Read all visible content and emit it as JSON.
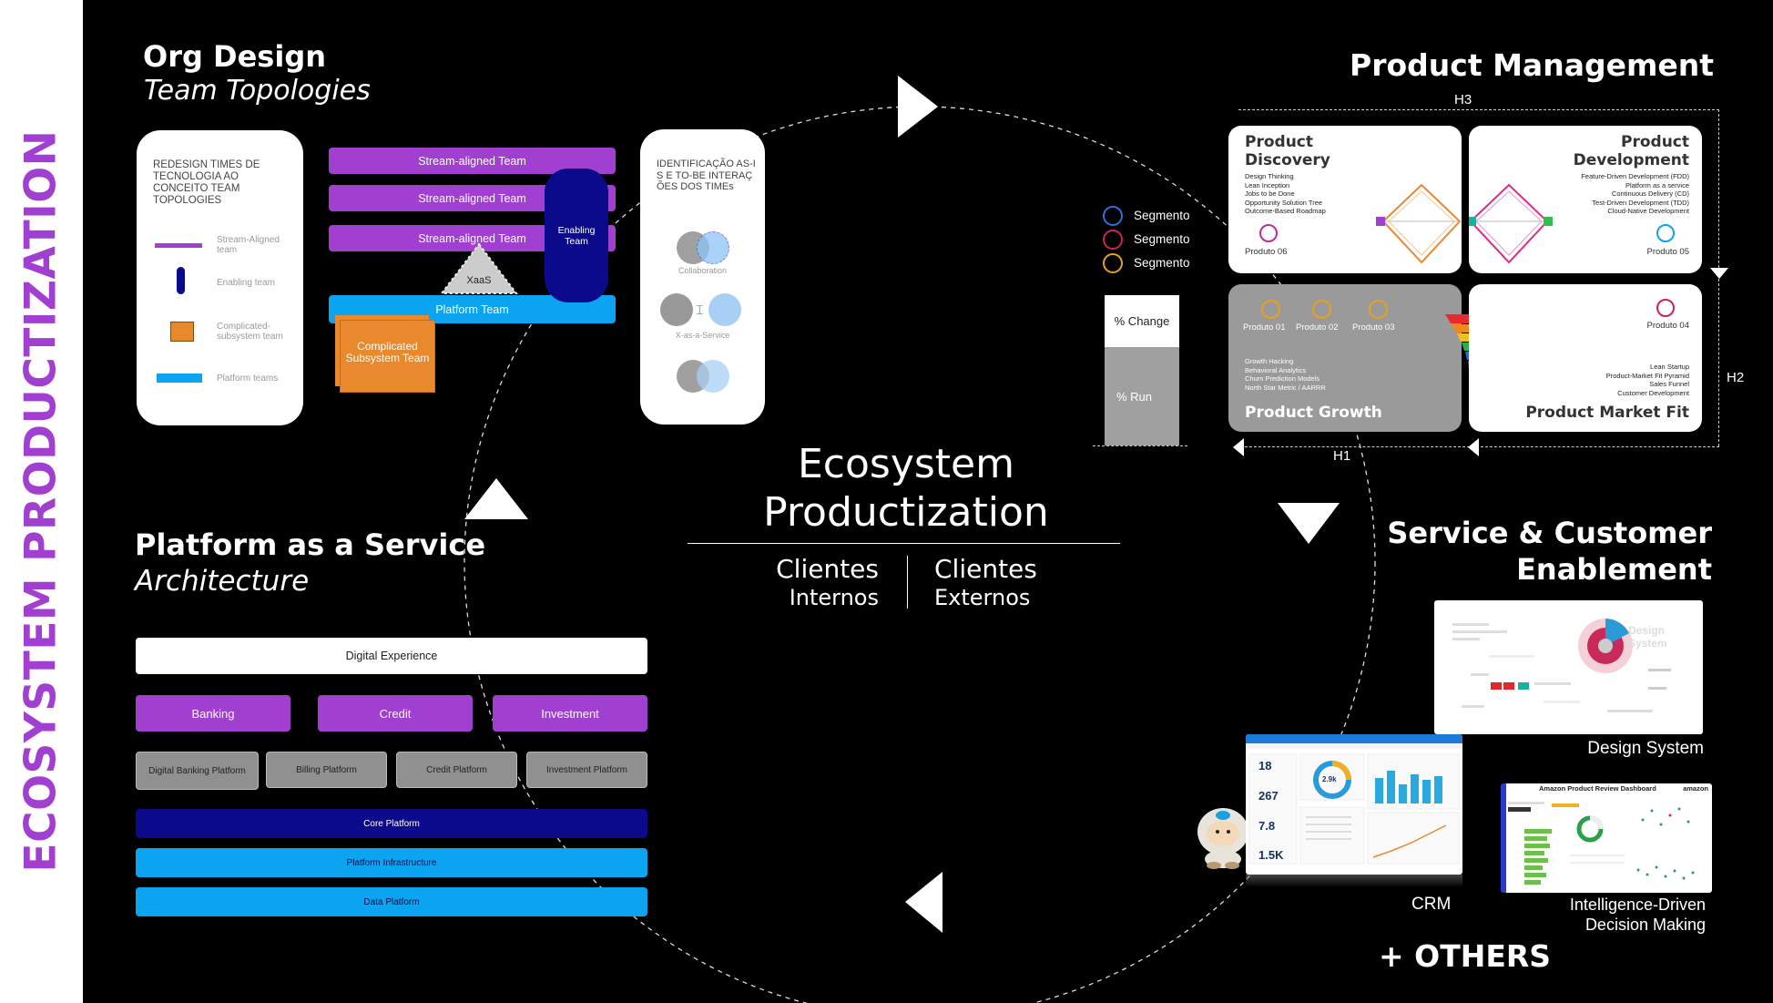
{
  "sidebar_title": "ECOSYSTEM PRODUCTIZATION",
  "center": {
    "title_line1": "Ecosystem",
    "title_line2": "Productization",
    "left_label_1": "Clientes",
    "left_label_2": "Internos",
    "right_label_1": "Clientes",
    "right_label_2": "Externos"
  },
  "org": {
    "title": "Org Design",
    "subtitle": "Team Topologies",
    "legend_card": {
      "heading": "REDESIGN TIMES DE TECNOLOGIA AO CONCEITO TEAM TOPOLOGIES",
      "items": [
        "Stream-Aligned team",
        "Enabling team",
        "Complicated-subsystem team",
        "Platform teams"
      ]
    },
    "stream_teams": [
      "Stream-aligned Team",
      "Stream-aligned Team",
      "Stream-aligned Team"
    ],
    "enabling_team": "Enabling Team",
    "xaas": "XaaS",
    "platform_team": "Platform Team",
    "complicated_team": "Complicated Subsystem Team",
    "interactions": {
      "heading": "IDENTIFICAÇÃO AS-IS E TO-BE INTERAÇÕES DOS TIMEs",
      "modes": [
        "Collaboration",
        "X-as-a-Service"
      ]
    }
  },
  "platform": {
    "title": "Platform as a Service",
    "subtitle": "Architecture",
    "digital_experience": "Digital Experience",
    "domains": [
      "Banking",
      "Credit",
      "Investment"
    ],
    "platforms": [
      "Digital Banking Platform",
      "Billing Platform",
      "Credit Platform",
      "Investment Platform"
    ],
    "core": "Core Platform",
    "infrastructure": "Platform Infrastructure",
    "data": "Data Platform"
  },
  "segments": {
    "labels": [
      "Segmento",
      "Segmento",
      "Segmento"
    ],
    "colors": [
      "#2f6fd8",
      "#d0205a",
      "#e8a020"
    ]
  },
  "change_box": {
    "top": "% Change",
    "bottom": "% Run"
  },
  "product_mgmt": {
    "title": "Product Management",
    "horizons": [
      "H3",
      "H2",
      "H1"
    ],
    "discovery": {
      "title_1": "Product",
      "title_2": "Discovery",
      "items": [
        "Design Thinking",
        "Lean Inception",
        "Jobs to be Done",
        "Opportunity Solution Tree",
        "Outcome-Based Roadmap"
      ],
      "product": "Produto 06"
    },
    "development": {
      "title_1": "Product",
      "title_2": "Development",
      "items": [
        "Feature-Driven Development (FDD)",
        "Platform as a service",
        "Continuous Delivery (CD)",
        "Test-Driven Development (TDD)",
        "Cloud-Native Development"
      ],
      "product": "Produto 05"
    },
    "growth": {
      "title": "Product Growth",
      "products": [
        "Produto 01",
        "Produto 02",
        "Produto 03"
      ],
      "items": [
        "Growth Hacking",
        "Behavioral Analytics",
        "Churn Prediction Models",
        "North Star Metric / AARRR"
      ]
    },
    "market_fit": {
      "title": "Product Market Fit",
      "product": "Produto 04",
      "items": [
        "Lean Startup",
        "Product-Market Fit Pyramid",
        "Sales Funnel",
        "Customer Development"
      ]
    }
  },
  "service": {
    "title_1": "Service & Customer",
    "title_2": "Enablement",
    "design_system_label": "Design System",
    "design_system_watermark": "Design System",
    "crm_label": "CRM",
    "crm_metrics": [
      "18",
      "267",
      "7.8",
      "1.5K",
      "2.9k"
    ],
    "intel_label_1": "Intelligence-Driven",
    "intel_label_2": "Decision Making",
    "dashboard_title": "Amazon Product Review Dashboard",
    "dashboard_brand": "amazon",
    "others": "+ OTHERS"
  },
  "colors": {
    "purple": "#a03fd0",
    "cyan": "#0aa4f0",
    "navy": "#0a0a8a",
    "orange": "#e8892e",
    "grey": "#909090"
  }
}
